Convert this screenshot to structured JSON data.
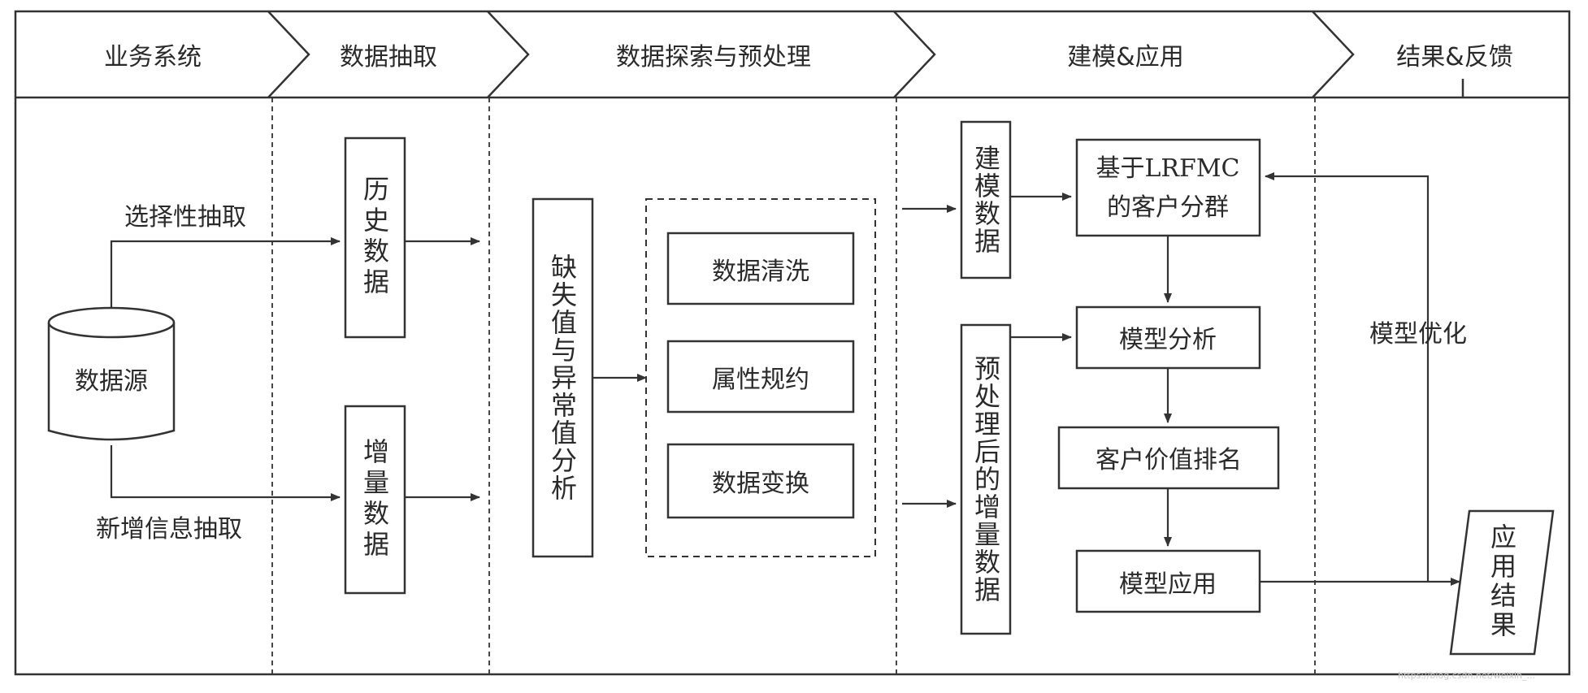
{
  "stages": [
    {
      "id": "business",
      "label": "业务系统"
    },
    {
      "id": "extract",
      "label": "数据抽取"
    },
    {
      "id": "explore",
      "label": "数据探索与预处理"
    },
    {
      "id": "model",
      "label": "建模&应用"
    },
    {
      "id": "feedback",
      "label": "结果&反馈"
    }
  ],
  "nodes": {
    "source": "数据源",
    "history": "历史数据",
    "increment": "增量数据",
    "missing": "缺失值与异常值分析",
    "cleaning": "数据清洗",
    "reduction": "属性规约",
    "transform": "数据变换",
    "model_data": "建模数据",
    "preprocessed": "预处理后的增量数据",
    "cluster_line1": "基于LRFMC",
    "cluster_line2": "的客户分群",
    "analysis": "模型分析",
    "ranking": "客户价值排名",
    "application": "模型应用",
    "result": "应用结果"
  },
  "edges": {
    "select_extract": "选择性抽取",
    "new_extract": "新增信息抽取",
    "optimize": "模型优化"
  },
  "watermark": "https://blog.csdn.net/weixin_..."
}
